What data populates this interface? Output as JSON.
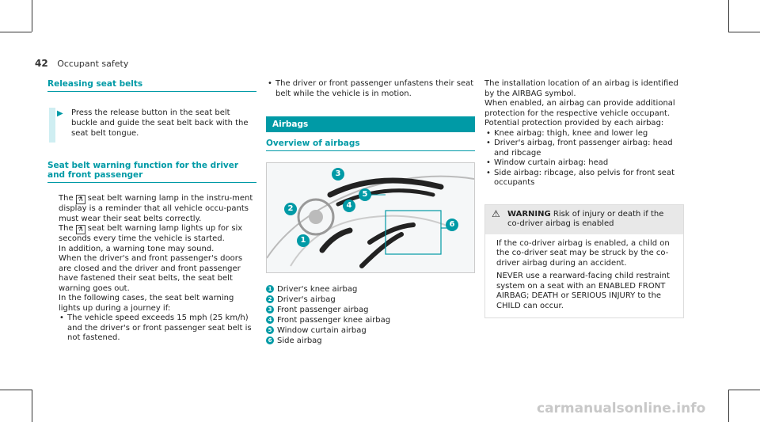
{
  "header": {
    "page_number": "42",
    "section": "Occupant safety"
  },
  "releasing": {
    "title": "Releasing seat belts",
    "step": "Press the release button in the seat belt buckle and guide the seat belt back with the seat belt tongue."
  },
  "warning_function": {
    "title": "Seat belt warning function for the driver and front passenger",
    "p1_a": "The",
    "p1_b": "seat belt warning lamp in the instru-ment display is a reminder that all vehicle occu-pants must wear their seat belts correctly.",
    "p2_a": "The",
    "p2_b": "seat belt warning lamp lights up for six seconds every time the vehicle is started.",
    "p3": "In addition, a warning tone may sound.",
    "p4": "When the driver's and front passenger's doors are closed and the driver and front passenger have fastened their seat belts, the seat belt warning goes out.",
    "p5": "In the following cases, the seat belt warning lights up during a journey if:",
    "bullets": [
      "The vehicle speed exceeds 15 mph (25 km/h) and the driver's or front passenger seat belt is not fastened.",
      "The driver or front passenger unfastens their seat belt while the vehicle is in motion."
    ],
    "seatbelt_icon": "seatbelt-person-icon"
  },
  "airbags": {
    "band": "Airbags",
    "overview_title": "Overview of airbags",
    "legend": [
      {
        "n": "1",
        "label": "Driver's knee airbag"
      },
      {
        "n": "2",
        "label": "Driver's airbag"
      },
      {
        "n": "3",
        "label": "Front passenger airbag"
      },
      {
        "n": "4",
        "label": "Front passenger knee airbag"
      },
      {
        "n": "5",
        "label": "Window curtain airbag"
      },
      {
        "n": "6",
        "label": "Side airbag"
      }
    ]
  },
  "col3": {
    "p1": "The installation location of an airbag is identified by the AIRBAG symbol.",
    "p2": "When enabled, an airbag can provide additional protection for the respective vehicle occupant.",
    "p3": "Potential protection provided by each airbag:",
    "bullets": [
      "Knee airbag: thigh, knee and lower leg",
      "Driver's airbag, front passenger airbag: head and ribcage",
      "Window curtain airbag: head",
      "Side airbag: ribcage, also pelvis for front seat occupants"
    ],
    "warning": {
      "label": "WARNING",
      "headline": "Risk of injury or death if the co-driver airbag is enabled",
      "p1": "If the co-driver airbag is enabled, a child on the co-driver seat may be struck by the co-driver airbag during an accident.",
      "p2": "NEVER use a rearward-facing child restraint system on a seat with an ENABLED FRONT AIRBAG; DEATH or SERIOUS INJURY to the CHILD can occur."
    }
  },
  "watermark": "carmanualsonline.info",
  "colors": {
    "accent": "#009aa6"
  }
}
